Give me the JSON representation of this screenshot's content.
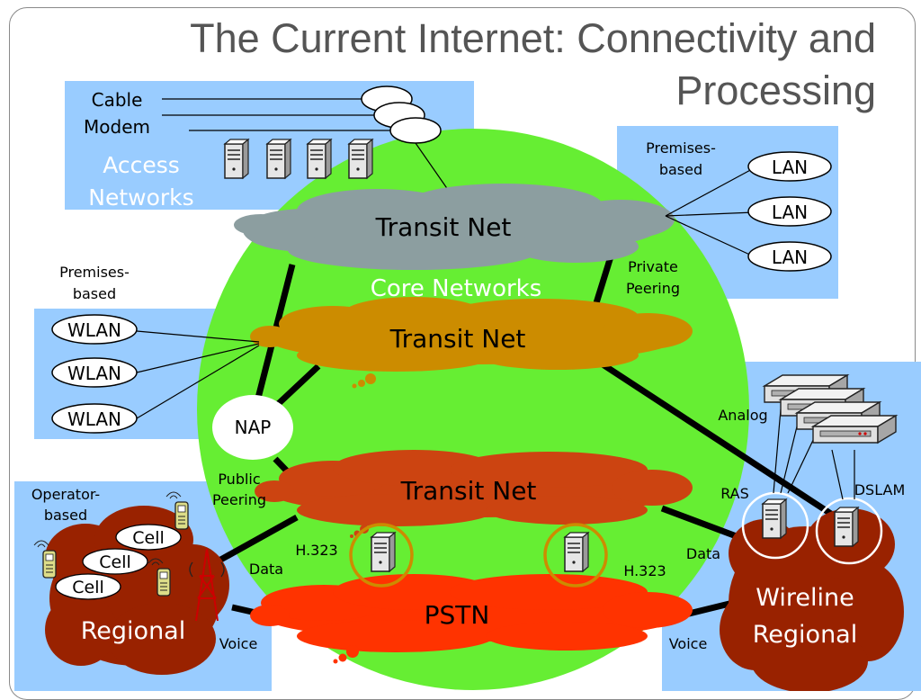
{
  "title": {
    "line1": "The Current Internet: Connectivity and",
    "line2": "Processing"
  },
  "labels": {
    "cable_modem_1": "Cable",
    "cable_modem_2": "Modem",
    "access_networks_1": "Access",
    "access_networks_2": "Networks",
    "premises_top_1": "Premises-",
    "premises_top_2": "based",
    "premises_left_1": "Premises-",
    "premises_left_2": "based",
    "lan": "LAN",
    "wlan": "WLAN",
    "private_peering_1": "Private",
    "private_peering_2": "Peering",
    "core_networks": "Core Networks",
    "transit_net": "Transit Net",
    "pstn": "PSTN",
    "nap": "NAP",
    "public_peering_1": "Public",
    "public_peering_2": "Peering",
    "operator_based_1": "Operator-",
    "operator_based_2": "based",
    "cell": "Cell",
    "regional": "Regional",
    "wireline_regional_1": "Wireline",
    "wireline_regional_2": "Regional",
    "analog": "Analog",
    "dslam": "DSLAM",
    "ras": "RAS",
    "h323": "H.323",
    "data": "Data",
    "voice": "Voice"
  },
  "colors": {
    "core": "#66ee33",
    "access_bg": "#99ccff",
    "transit_gray": "#8c9ea0",
    "transit_gold": "#cc8c00",
    "transit_orange": "#cc4411",
    "pstn_red": "#ff3300",
    "regional_brown": "#992200"
  }
}
